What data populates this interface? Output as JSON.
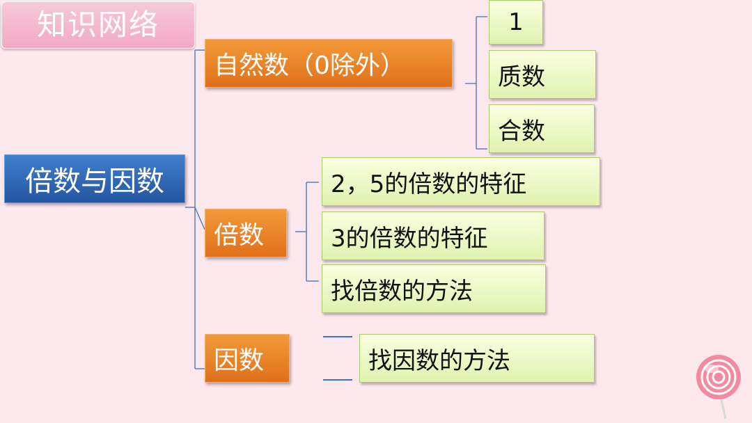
{
  "title": "知识网络",
  "root": "倍数与因数",
  "branches": {
    "natural": {
      "label": "自然数（0除外）",
      "children": [
        "1",
        "质数",
        "合数"
      ]
    },
    "multiples": {
      "label": "倍数",
      "children": [
        "2，5的倍数的特征",
        "3的倍数的特征",
        "找倍数的方法"
      ]
    },
    "factors": {
      "label": "因数",
      "children": [
        "找因数的方法"
      ]
    }
  },
  "colors": {
    "background": "#fde8ee",
    "root": "#2456a0",
    "branch": "#e0701a",
    "leaf": "#dff2b0",
    "connector": "#4a6fb5"
  }
}
